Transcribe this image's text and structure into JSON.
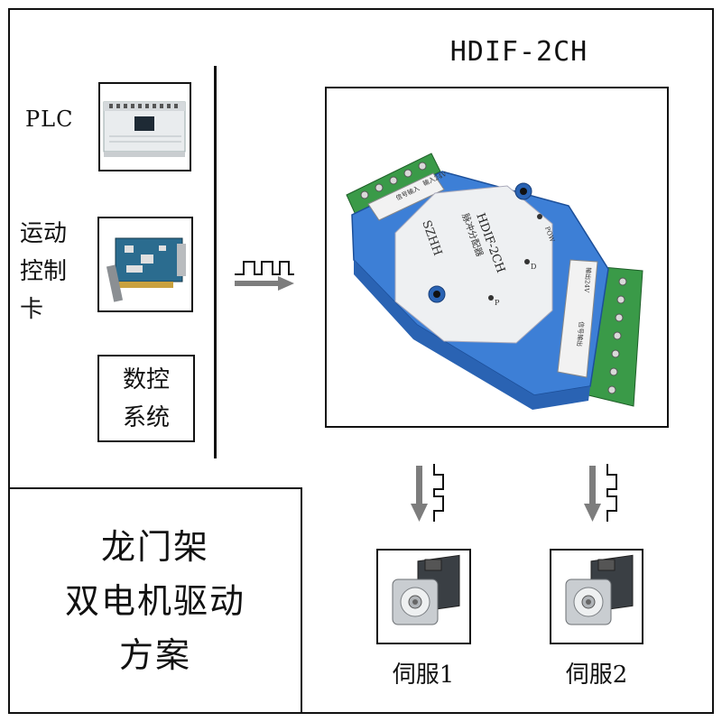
{
  "sources": {
    "plc_label": "PLC",
    "motion_card_label": "运动\n控制\n卡",
    "cnc_label": "数控\n系统"
  },
  "device": {
    "title": "HDIF-2CH",
    "brand_text": "SZHH",
    "panel_line1": "脉冲分配器",
    "panel_line2": "HDIF-2CH",
    "led_pow": "POW",
    "led_d": "D",
    "led_p": "P",
    "terminal_top_a": "信号输入",
    "terminal_top_b": "输入24V",
    "terminal_right_a": "输出24V",
    "terminal_right_b": "信号输出"
  },
  "solution_label": "龙门架\n双电机驱动\n方案",
  "servos": [
    {
      "label": "伺服1"
    },
    {
      "label": "伺服2"
    }
  ],
  "colors": {
    "device_body": "#3d7fd6",
    "device_panel": "#eef0f2",
    "terminal_green": "#3a9a48",
    "arrow_gray": "#7d7d7d"
  }
}
